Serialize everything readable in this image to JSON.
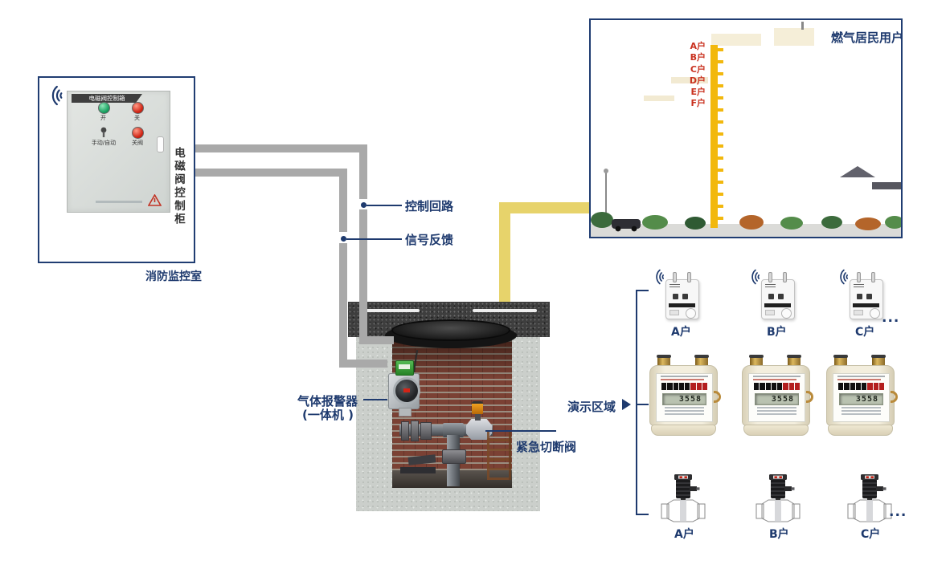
{
  "colors": {
    "label_navy": "#1e3a6e",
    "floor_label_red": "#c9301e",
    "cable_gray": "#a9a9a9",
    "connection_pipe_yellow": "#e7d36b",
    "riser_pipe_yellow": "#f0b30a",
    "frame_navy": "#203d72"
  },
  "control_room": {
    "caption": "消防监控室",
    "side_label": "电磁阀控制柜",
    "panel": {
      "title": "电磁阀控制箱",
      "btn_open": "开",
      "btn_close": "关",
      "switch_label": "手动/自动",
      "btn_close_valve": "关阀"
    }
  },
  "wires": {
    "control_loop": "控制回路",
    "signal_feedback": "信号反馈"
  },
  "pit": {
    "alarm_line1": "气体报警器",
    "alarm_line2": "(一体机 )",
    "valve_label": "紧急切断阀"
  },
  "building": {
    "title": "燃气居民用户",
    "units": [
      "A户",
      "B户",
      "C户",
      "D户",
      "E户",
      "F户"
    ]
  },
  "demo": {
    "label": "演示区域",
    "ellipsis": "...",
    "detectors": [
      {
        "label": "A户"
      },
      {
        "label": "B户"
      },
      {
        "label": "C户"
      }
    ],
    "meters": [
      {
        "reading": "3558"
      },
      {
        "reading": "3558"
      },
      {
        "reading": "3558"
      }
    ],
    "valves": [
      {
        "label": "A户"
      },
      {
        "label": "B户"
      },
      {
        "label": "C户"
      }
    ]
  }
}
